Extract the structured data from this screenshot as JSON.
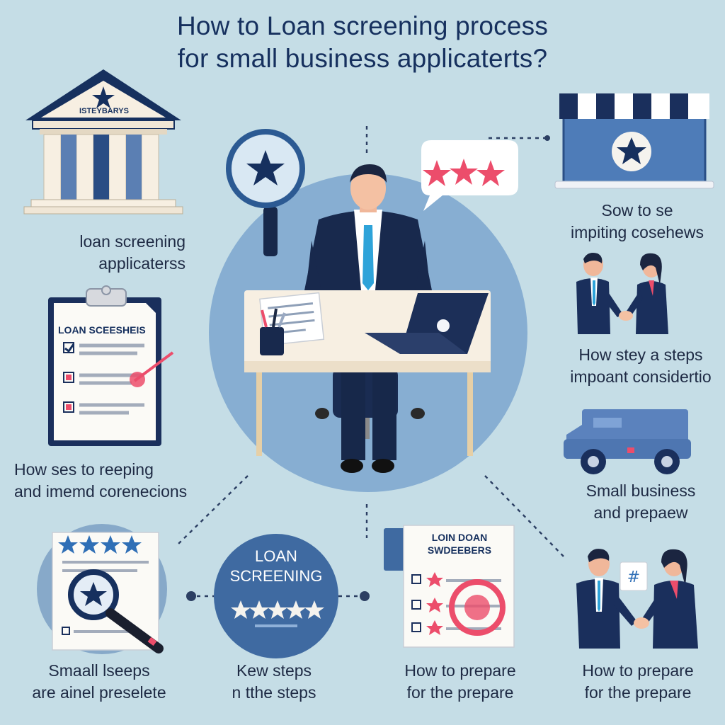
{
  "title": {
    "line1": "How to Loan screening process",
    "line2": "for small business applicaterts?"
  },
  "bank": {
    "sign": "ISTEYBARYS"
  },
  "clipboard": {
    "heading": "LOAN SCEESHEIS"
  },
  "center_badge": {
    "line1": "LOAN",
    "line2": "SCREENING"
  },
  "right_doc": {
    "heading_line1": "LOIN DOAN",
    "heading_line2": "SWDEEBERS"
  },
  "captions": {
    "top_left": [
      "loan screening",
      "applicaterss"
    ],
    "mid_left": [
      "How ses to reeping",
      "and imemd corenecions"
    ],
    "bottom_1": [
      "Smaall lseeps",
      "are ainel preselete"
    ],
    "bottom_2": [
      "Kew steps",
      "n tthe steps"
    ],
    "bottom_3": [
      "How to prepare",
      "for the prepare"
    ],
    "bottom_4": [
      "How to prepare",
      "for  the prepare"
    ],
    "right_1": [
      "Sow to se",
      "impiting cosehews"
    ],
    "right_2": [
      "How stey a steps",
      "impoant considertio"
    ],
    "right_3": [
      "Small business",
      "and prepaew"
    ]
  },
  "colors": {
    "background": "#c5dde6",
    "navy": "#16305e",
    "mid_blue": "#4c76ab",
    "light_blue": "#7fa8cf",
    "pink": "#ec4d6b",
    "cream": "#f7efe2"
  },
  "icons": [
    "bank-icon",
    "clipboard-checklist-icon",
    "magnifier-star-icon",
    "businessman-at-desk-icon",
    "speech-bubble-stars-icon",
    "storefront-icon",
    "handshake-icon",
    "delivery-truck-icon",
    "document-magnifier-icon",
    "loan-screening-badge-icon",
    "document-checklist-icon"
  ]
}
